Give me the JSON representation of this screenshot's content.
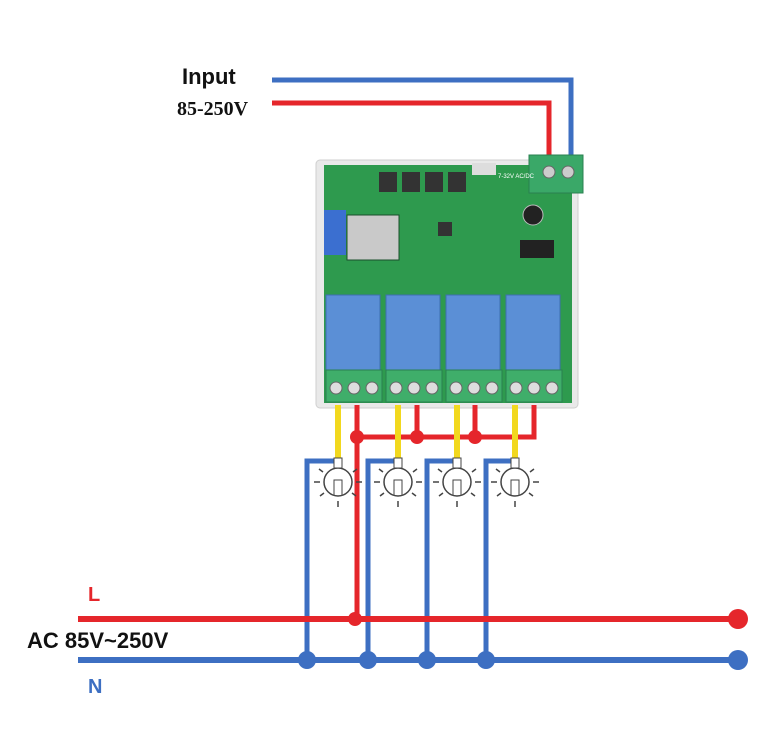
{
  "input": {
    "title": "Input",
    "voltage": "85-250V"
  },
  "mains": {
    "line_label": "L",
    "supply_label": "AC 85V~250V",
    "neutral_label": "N"
  },
  "board": {
    "power_marking": "7-32V AC/DC",
    "relay_count": 4
  },
  "colors": {
    "live": "#e5262b",
    "neutral": "#3d6fc2",
    "load": "#f2d81e",
    "board": "#2e9a4e",
    "relay": "#5b8fd6",
    "terminal": "#3fae6a"
  }
}
